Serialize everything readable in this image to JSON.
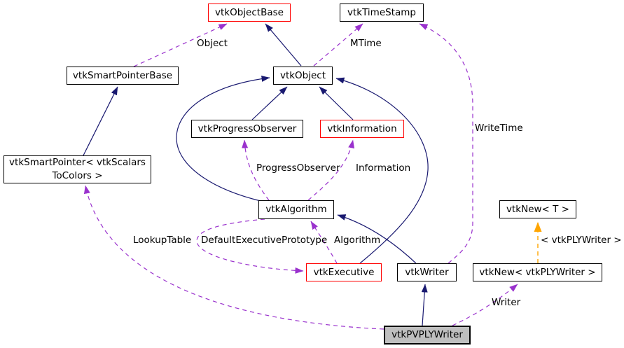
{
  "colors": {
    "inheritance_edge": "#191970",
    "usage_edge": "#9a32cd",
    "template_edge": "#ffa500",
    "node_border": "#000000",
    "truncated_node_border": "#ff0000",
    "focus_node_fill": "#bfbfbf",
    "background": "#ffffff"
  },
  "nodes": {
    "vtkObjectBase": {
      "label": "vtkObjectBase"
    },
    "vtkTimeStamp": {
      "label": "vtkTimeStamp"
    },
    "vtkSmartPointerBase": {
      "label": "vtkSmartPointerBase"
    },
    "vtkObject": {
      "label": "vtkObject"
    },
    "vtkProgressObserver": {
      "label": "vtkProgressObserver"
    },
    "vtkInformation": {
      "label": "vtkInformation"
    },
    "vtkSmartPointerVtkScalarsToColors": {
      "label": "vtkSmartPointer< vtkScalars\nToColors >"
    },
    "vtkAlgorithm": {
      "label": "vtkAlgorithm"
    },
    "vtkNewT": {
      "label": "vtkNew< T >"
    },
    "vtkExecutive": {
      "label": "vtkExecutive"
    },
    "vtkWriter": {
      "label": "vtkWriter"
    },
    "vtkNewVtkPLYWriter": {
      "label": "vtkNew< vtkPLYWriter >"
    },
    "vtkPVPLYWriter": {
      "label": "vtkPVPLYWriter"
    }
  },
  "edge_labels": {
    "object": "Object",
    "mtime": "MTime",
    "write_time": "WriteTime",
    "progress_observer": "ProgressObserver",
    "information": "Information",
    "lookup_table": "LookupTable",
    "default_executive_prototype": "DefaultExecutivePrototype",
    "algorithm": "Algorithm",
    "template_instance": "< vtkPLYWriter >",
    "writer": "Writer"
  }
}
